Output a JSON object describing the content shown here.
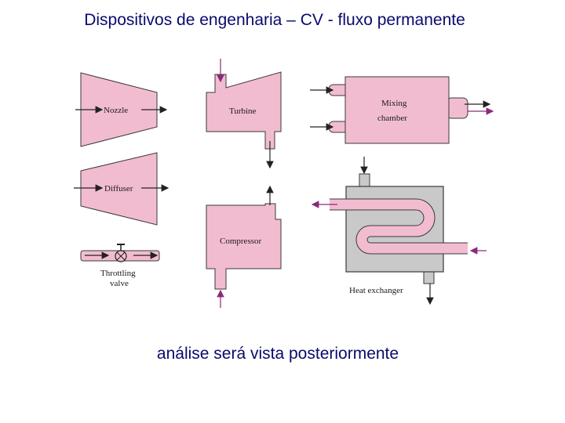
{
  "header": {
    "title": "Dispositivos de engenharia – CV - fluxo permanente"
  },
  "footer": {
    "note": "análise será vista posteriormente"
  },
  "diagram": {
    "labels": {
      "nozzle": "Nozzle",
      "diffuser": "Diffuser",
      "throttling_line1": "Throttling",
      "throttling_line2": "valve",
      "turbine": "Turbine",
      "compressor": "Compressor",
      "mixing_line1": "Mixing",
      "mixing_line2": "chamber",
      "heat_exchanger": "Heat exchanger"
    },
    "colors": {
      "device_fill": "#f2bcd0",
      "device_stroke": "#3a3a3a",
      "hx_shell": "#c9c9c9",
      "arrow_dark": "#222222",
      "arrow_purple": "#8a2a7a",
      "title_text": "#0a0a6e"
    }
  }
}
